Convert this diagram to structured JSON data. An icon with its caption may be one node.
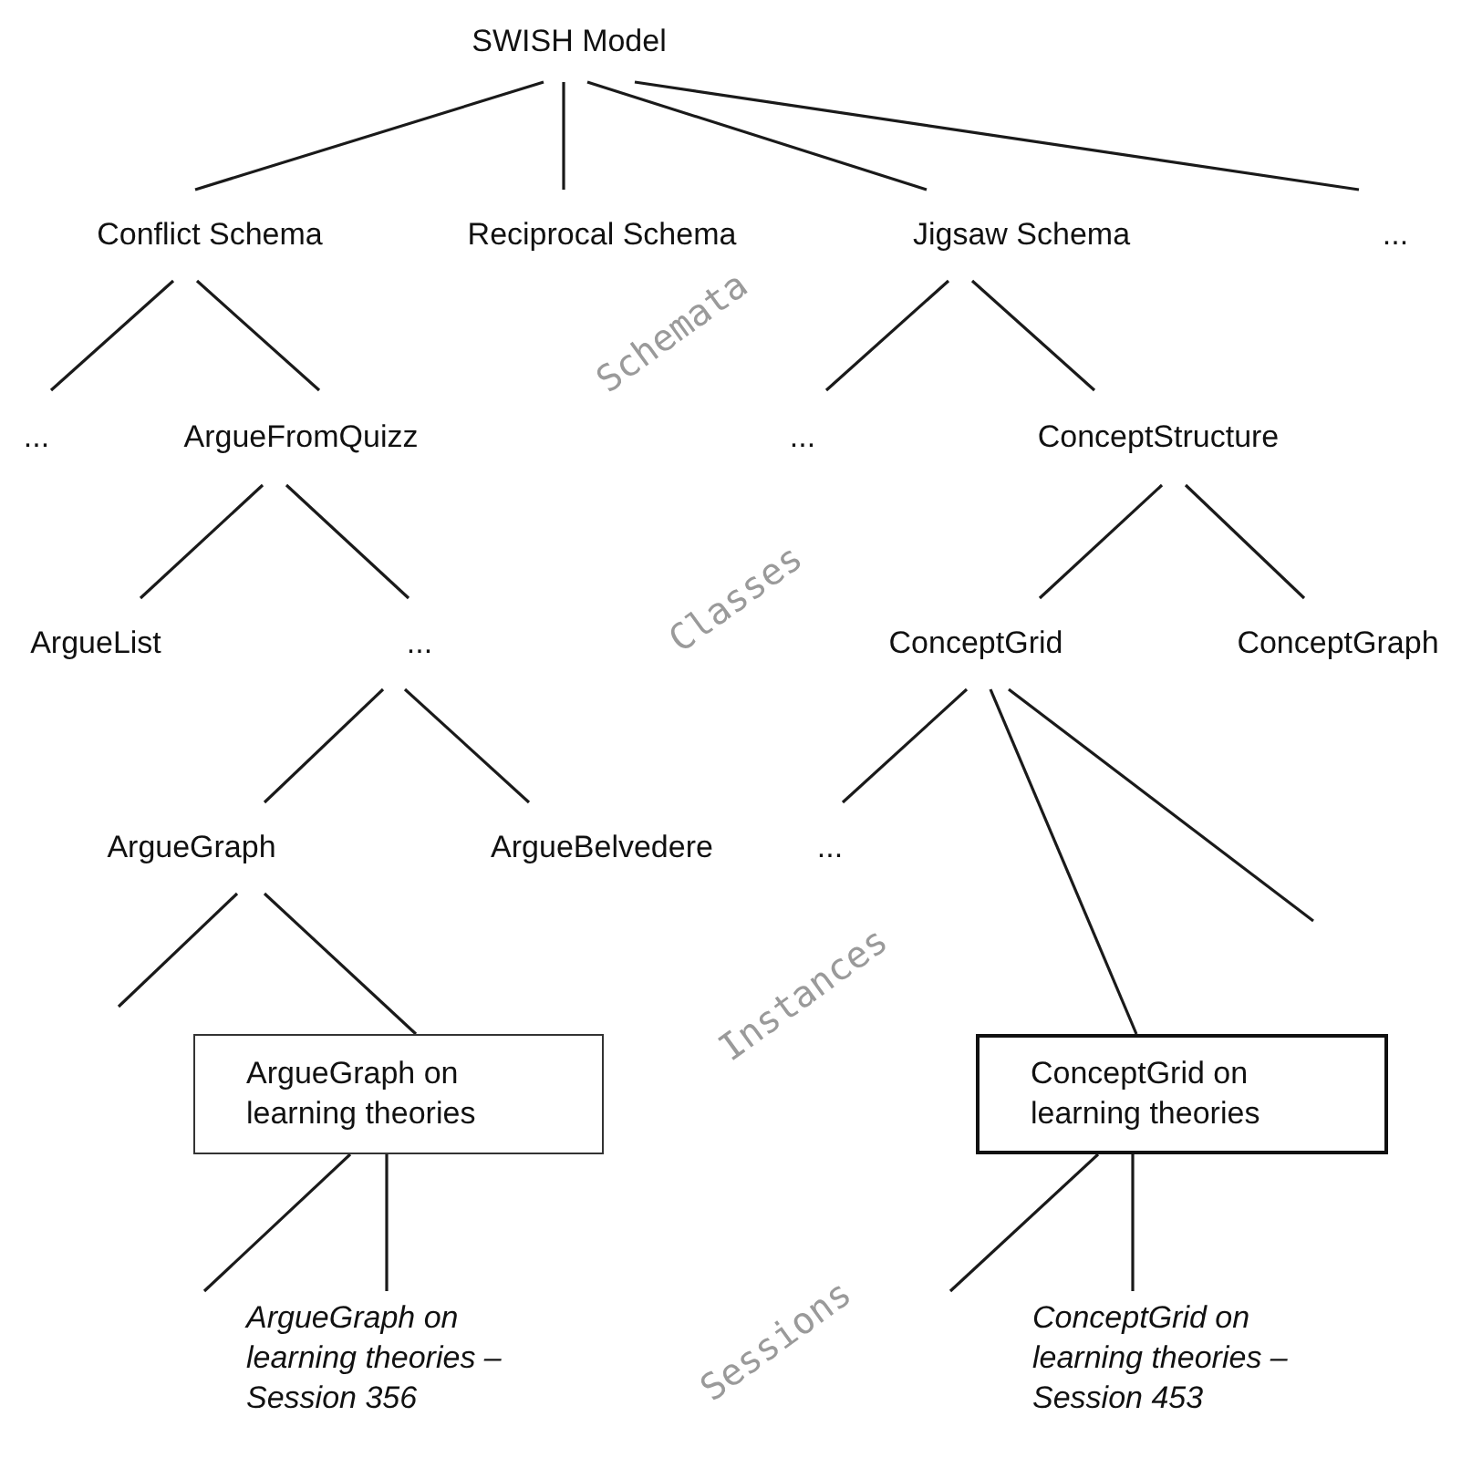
{
  "diagram": {
    "nodes": [
      {
        "text": [
          "SWISH Model"
        ]
      },
      {
        "text": [
          "Conflict Schema"
        ]
      },
      {
        "text": [
          "Reciprocal Schema"
        ]
      },
      {
        "text": [
          "Jigsaw Schema"
        ]
      },
      {
        "text": [
          "..."
        ]
      },
      {
        "text": [
          "..."
        ]
      },
      {
        "text": [
          "ArgueFromQuizz"
        ]
      },
      {
        "text": [
          "..."
        ]
      },
      {
        "text": [
          "ConceptStructure"
        ]
      },
      {
        "text": [
          "ArgueList"
        ]
      },
      {
        "text": [
          "..."
        ]
      },
      {
        "text": [
          "ConceptGrid"
        ]
      },
      {
        "text": [
          "ConceptGraph"
        ]
      },
      {
        "text": [
          "ArgueGraph"
        ]
      },
      {
        "text": [
          "ArgueBelvedere"
        ]
      },
      {
        "text": [
          "..."
        ]
      },
      {
        "text": [
          "ArgueGraph on learning theories"
        ]
      },
      {
        "text": [
          "ConceptGrid on learning theories"
        ]
      },
      {
        "text": [
          "ArgueGraph on learning theories – Session 356"
        ]
      },
      {
        "text": [
          "ConceptGrid on learning theories – Session 453"
        ]
      }
    ],
    "edges": [
      {
        "from": 0,
        "to": 1,
        "arrow": "none"
      },
      {
        "from": 0,
        "to": 2,
        "arrow": "none"
      },
      {
        "from": 0,
        "to": 3,
        "arrow": "none"
      },
      {
        "from": 0,
        "to": 4,
        "arrow": "none"
      },
      {
        "from": 1,
        "to": 5,
        "arrow": "none"
      },
      {
        "from": 1,
        "to": 6,
        "arrow": "none"
      },
      {
        "from": 3,
        "to": 7,
        "arrow": "none"
      },
      {
        "from": 3,
        "to": 8,
        "arrow": "none"
      },
      {
        "from": 6,
        "to": 9,
        "arrow": "none"
      },
      {
        "from": 6,
        "to": 10,
        "arrow": "none"
      },
      {
        "from": 8,
        "to": 11,
        "arrow": "none"
      },
      {
        "from": 8,
        "to": 12,
        "arrow": "none"
      },
      {
        "from": 10,
        "to": 13,
        "arrow": "none"
      },
      {
        "from": 10,
        "to": 14,
        "arrow": "none"
      },
      {
        "from": 11,
        "to": 15,
        "arrow": "none"
      },
      {
        "from": 11,
        "to": 17,
        "arrow": "none"
      },
      {
        "from": 11,
        "to": null,
        "arrow": "none"
      },
      {
        "from": 13,
        "to": null,
        "arrow": "none"
      },
      {
        "from": 13,
        "to": 16,
        "arrow": "none"
      },
      {
        "from": 16,
        "to": null,
        "arrow": "none"
      },
      {
        "from": 16,
        "to": 18,
        "arrow": "none"
      },
      {
        "from": 17,
        "to": null,
        "arrow": "none"
      },
      {
        "from": 17,
        "to": 19,
        "arrow": "none"
      }
    ],
    "labels": [
      "Schemata",
      "Classes",
      "Instances",
      "Sessions"
    ]
  }
}
